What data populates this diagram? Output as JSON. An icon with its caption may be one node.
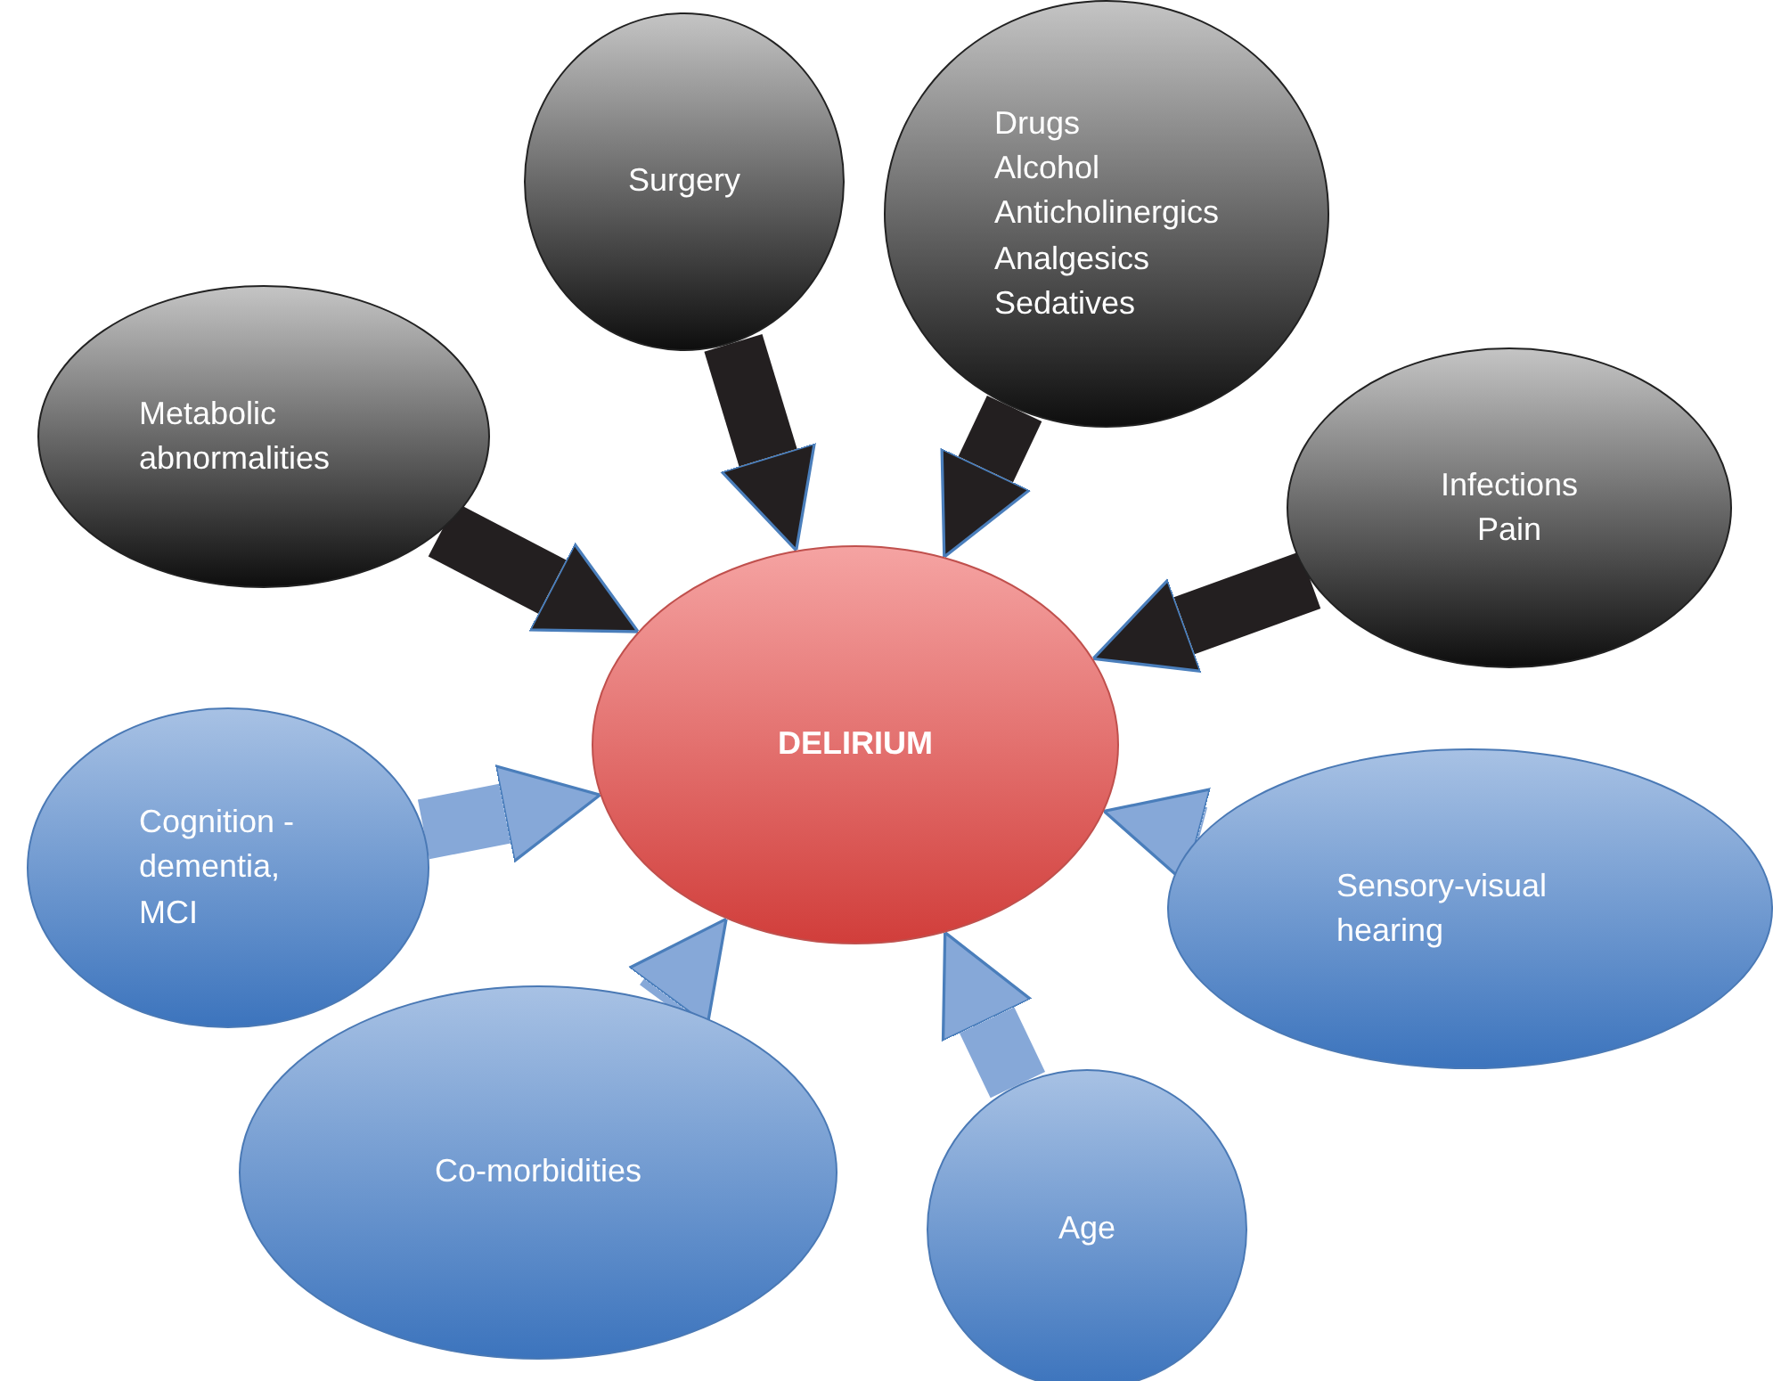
{
  "diagram": {
    "nodes": [
      {
        "text": [
          "Surgery"
        ]
      },
      {
        "text": [
          "Drugs",
          "Alcohol",
          "Anticholinergics",
          "Analgesics",
          "Sedatives"
        ]
      },
      {
        "text": [
          "Metabolic abnormalities"
        ]
      },
      {
        "text": [
          "Infections",
          "Pain"
        ]
      },
      {
        "text": [
          "DELIRIUM"
        ]
      },
      {
        "text": [
          "Cognition -dementia, MCI"
        ]
      },
      {
        "text": [
          "Sensory-visual hearing"
        ]
      },
      {
        "text": [
          "Co-morbidities"
        ]
      },
      {
        "text": [
          "Age"
        ]
      }
    ],
    "edges": [
      {
        "from": 0,
        "to": 4,
        "arrow": "to",
        "color": "#231f20"
      },
      {
        "from": 1,
        "to": 4,
        "arrow": "to",
        "color": "#231f20"
      },
      {
        "from": 2,
        "to": 4,
        "arrow": "to",
        "color": "#231f20"
      },
      {
        "from": 3,
        "to": 4,
        "arrow": "to",
        "color": "#231f20"
      },
      {
        "from": 5,
        "to": 4,
        "arrow": "to",
        "color": "#86a8d8"
      },
      {
        "from": 6,
        "to": 4,
        "arrow": "to",
        "color": "#86a8d8"
      },
      {
        "from": 7,
        "to": 4,
        "arrow": "to",
        "color": "#86a8d8"
      },
      {
        "from": 8,
        "to": 4,
        "arrow": "to",
        "color": "#86a8d8"
      }
    ]
  }
}
